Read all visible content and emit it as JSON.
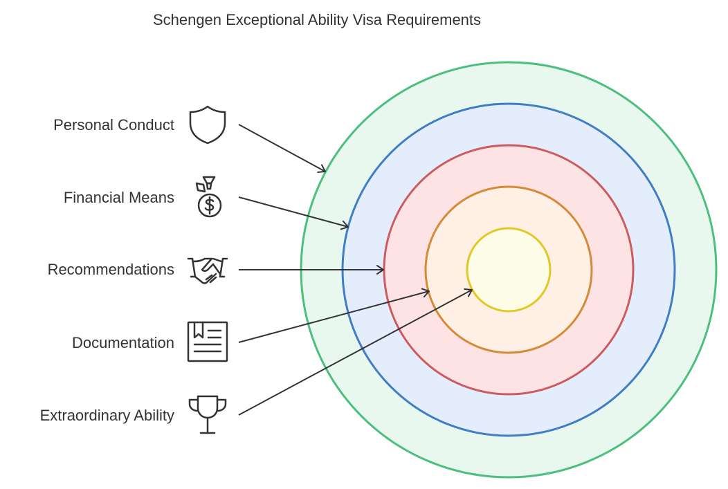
{
  "title": "Schengen Exceptional Ability Visa Requirements",
  "rings": [
    {
      "name": "outer-ring",
      "fill": "#e8f8ee",
      "stroke": "#4cbf7e"
    },
    {
      "name": "second-ring",
      "fill": "#e4edfb",
      "stroke": "#3f7ec4"
    },
    {
      "name": "third-ring",
      "fill": "#fde3e3",
      "stroke": "#cc5b60"
    },
    {
      "name": "fourth-ring",
      "fill": "#fef0e4",
      "stroke": "#d68a38"
    },
    {
      "name": "inner-ring",
      "fill": "#fdfce6",
      "stroke": "#e0c925"
    }
  ],
  "items": [
    {
      "label": "Personal Conduct",
      "icon": "shield-icon"
    },
    {
      "label": "Financial Means",
      "icon": "money-bag-icon"
    },
    {
      "label": "Recommendations",
      "icon": "handshake-icon"
    },
    {
      "label": "Documentation",
      "icon": "document-icon"
    },
    {
      "label": "Extraordinary Ability",
      "icon": "trophy-icon"
    }
  ],
  "colors": {
    "text": "#333333",
    "icon_stroke": "#333333",
    "arrow": "#333333"
  }
}
